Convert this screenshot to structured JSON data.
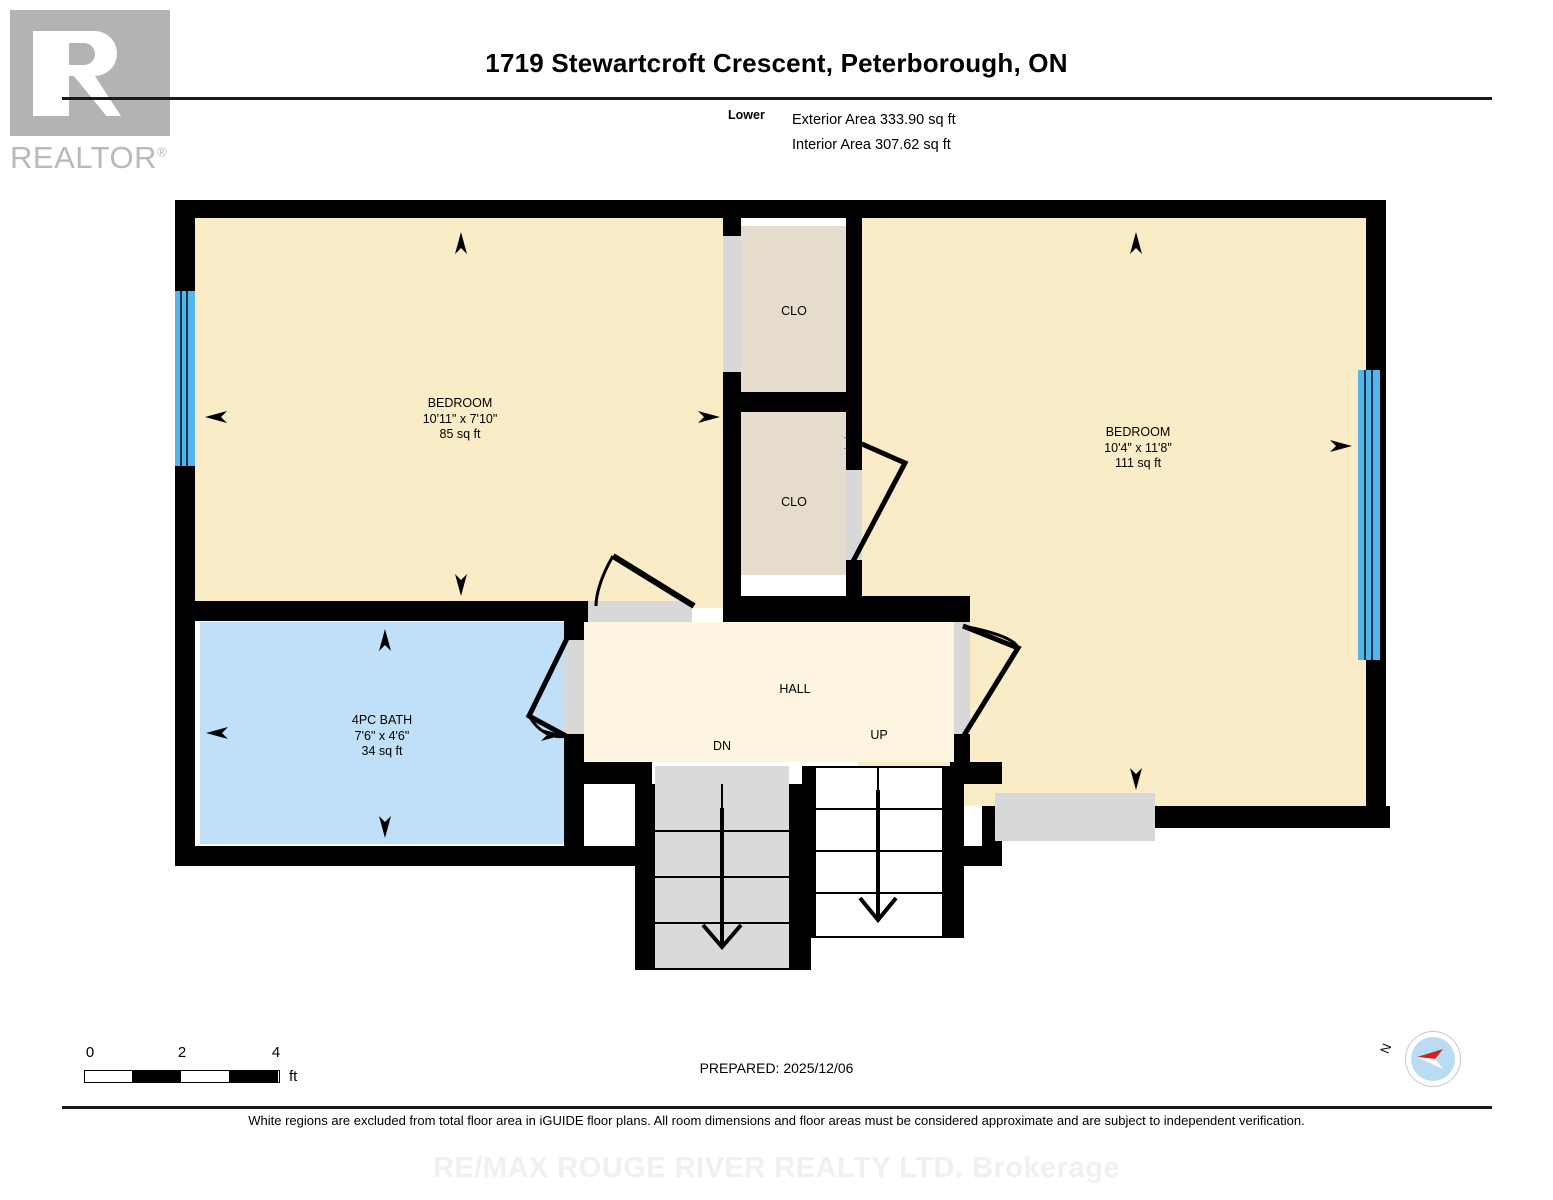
{
  "logo": {
    "word": "REALTOR",
    "reg": "®",
    "alt": "realtor-logo"
  },
  "header": {
    "title": "1719 Stewartcroft Crescent, Peterborough, ON",
    "level_label": "Lower",
    "exterior_area": "Exterior Area 333.90 sq ft",
    "interior_area": "Interior Area 307.62 sq ft"
  },
  "rooms": [
    {
      "name": "BEDROOM",
      "dims": "10'11\" x 7'10\"",
      "area": "85 sq ft",
      "fill": "#fbecc8"
    },
    {
      "name": "BEDROOM",
      "dims": "10'4\" x 11'8\"",
      "area": "111 sq ft",
      "fill": "#fbecc8"
    },
    {
      "name": "4PC BATH",
      "dims": "7'6\" x 4'6\"",
      "area": "34 sq ft",
      "fill": "#bfe0f8"
    },
    {
      "name": "HALL",
      "dims": "",
      "area": "",
      "fill": "#fdf5e0"
    },
    {
      "name": "CLO",
      "dims": "",
      "area": "",
      "fill": "#e5dccd"
    },
    {
      "name": "CLO",
      "dims": "",
      "area": "",
      "fill": "#e5dccd"
    }
  ],
  "stairs": {
    "down_label": "DN",
    "up_label": "UP"
  },
  "scale": {
    "ticks": [
      "0",
      "2",
      "4"
    ],
    "unit": "ft"
  },
  "compass": {
    "north_label": "N"
  },
  "footer": {
    "prepared": "PREPARED: 2025/12/06",
    "disclaimer": "White regions are excluded from total floor area in iGUIDE floor plans. All room dimensions and floor areas must be considered approximate and are subject to independent verification.",
    "watermark": "RE/MAX ROUGE RIVER REALTY LTD. Brokerage"
  },
  "colors": {
    "wall": "#000000",
    "bedroom": "#fbecc8",
    "bath": "#bfe0f8",
    "hall": "#fdf5e0",
    "closet": "#e5dccd",
    "window": "#55b4e8",
    "stair_down": "#dadada",
    "stair_up": "#ffffff"
  }
}
